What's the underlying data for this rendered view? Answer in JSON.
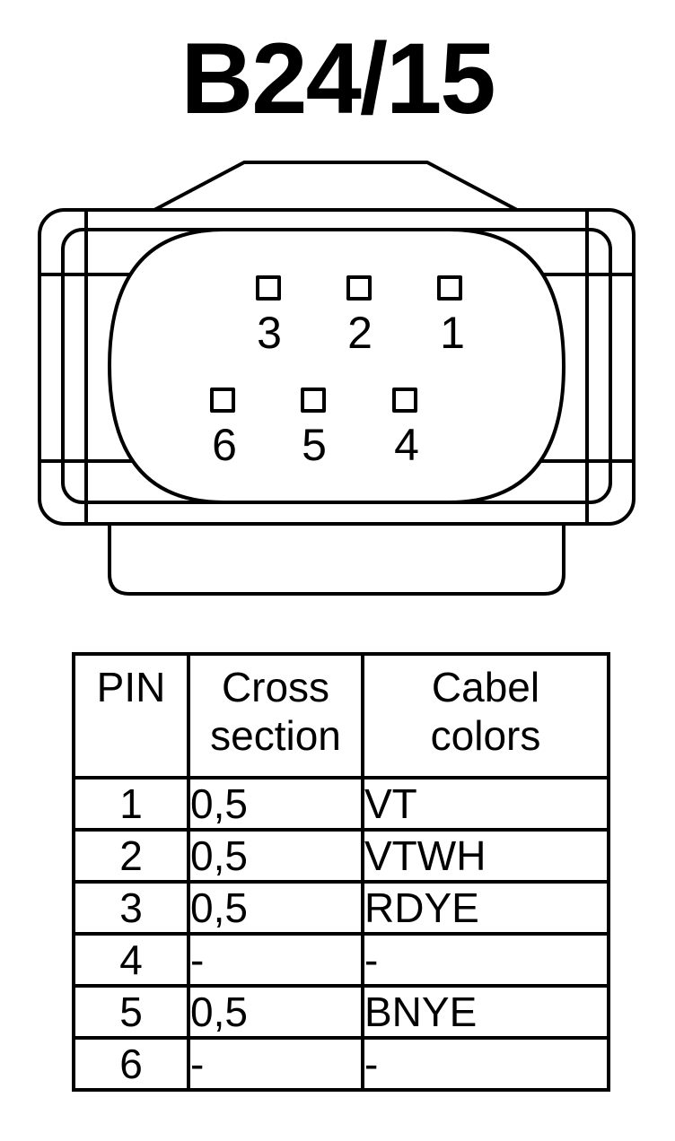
{
  "title": "B24/15",
  "connector": {
    "pins_top": [
      "3",
      "2",
      "1"
    ],
    "pins_bottom": [
      "6",
      "5",
      "4"
    ]
  },
  "table": {
    "headers": {
      "pin": "PIN",
      "cross_line1": "Cross",
      "cross_line2": "section",
      "colors_line1": "Cabel",
      "colors_line2": "colors"
    },
    "rows": [
      {
        "pin": "1",
        "cross": "0,5",
        "color": "VT"
      },
      {
        "pin": "2",
        "cross": "0,5",
        "color": "VTWH"
      },
      {
        "pin": "3",
        "cross": "0,5",
        "color": "RDYE"
      },
      {
        "pin": "4",
        "cross": "-",
        "color": "-"
      },
      {
        "pin": "5",
        "cross": "0,5",
        "color": "BNYE"
      },
      {
        "pin": "6",
        "cross": "-",
        "color": "-"
      }
    ]
  }
}
